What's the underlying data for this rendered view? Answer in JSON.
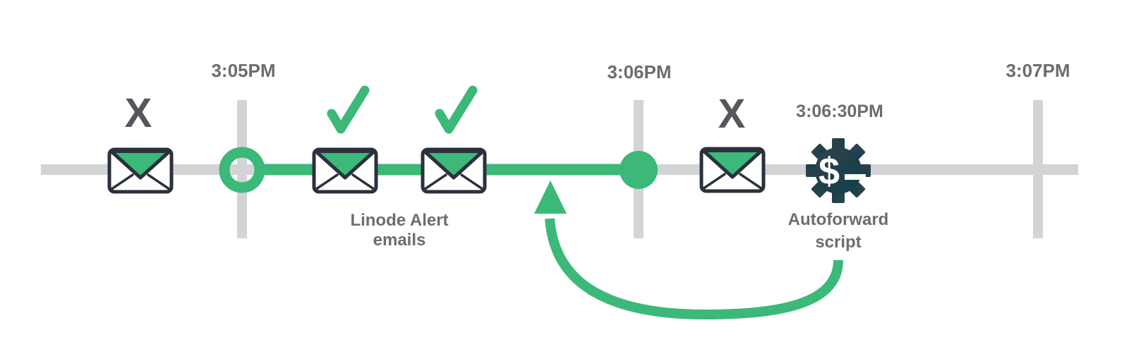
{
  "diagram": {
    "type": "timeline",
    "background": "#ffffff",
    "tick_labels": [
      "3:05PM",
      "3:06PM",
      "3:07PM"
    ],
    "script_time_label": "3:06:30PM",
    "alert_caption": {
      "line1": "Linode Alert",
      "line2": "emails"
    },
    "autoforward_caption": {
      "line1": "Autoforward",
      "line2": "script"
    },
    "blocked_glyph": "X",
    "gear_prompt_dollar": "$",
    "icon_names": [
      "email-envelope-icon",
      "check-icon",
      "x-icon",
      "gear-script-icon",
      "curved-return-arrow",
      "timeline-start-ring",
      "timeline-end-dot"
    ],
    "colors": {
      "green": "#3cb878",
      "track-gray": "#d3d4d5",
      "text-gray": "#6b6d70",
      "x-gray": "#54575b",
      "envelope-outline": "#2b313c",
      "envelope-fill": "#ffffff",
      "gear-dark": "#30424e",
      "gear-teal": "#0e3f49",
      "glyph-white": "#ffffff"
    }
  }
}
